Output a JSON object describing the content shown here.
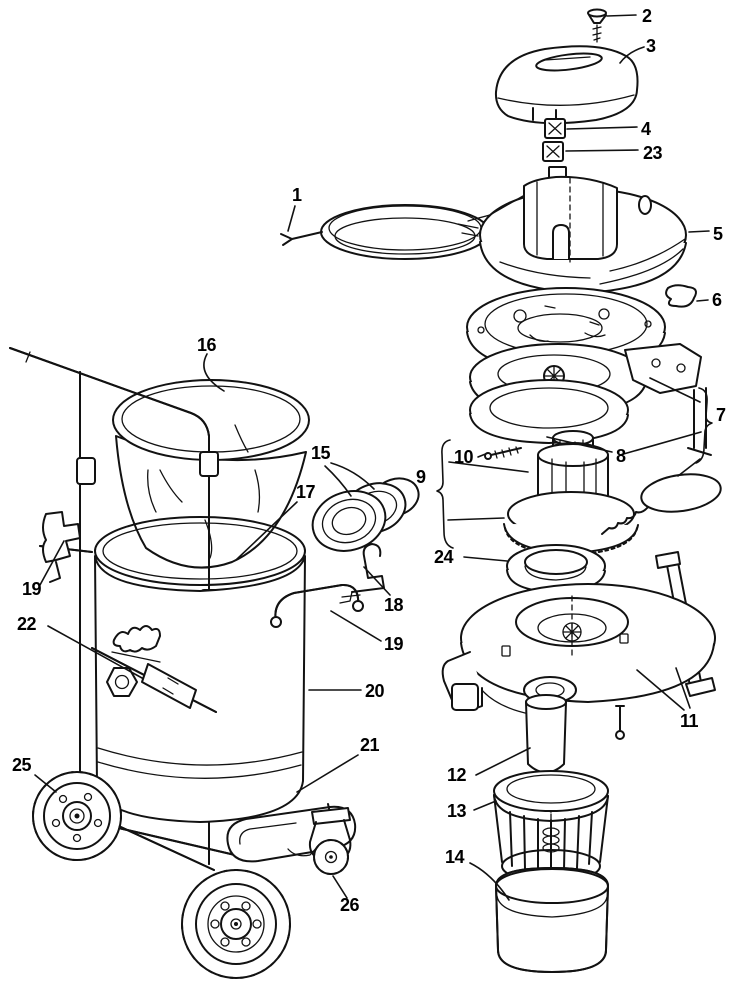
{
  "figure": {
    "kind": "exploded-parts-diagram"
  },
  "callouts": [
    {
      "label": "1",
      "part": "power-cord"
    },
    {
      "label": "2",
      "part": "lid-screw"
    },
    {
      "label": "3",
      "part": "motor-cover-dome"
    },
    {
      "label": "4",
      "part": "switch-button"
    },
    {
      "label": "23",
      "part": "switch-housing"
    },
    {
      "label": "5",
      "part": "motor-cover"
    },
    {
      "label": "6",
      "part": "cover-clip"
    },
    {
      "label": "7",
      "part": "float-bracket-assembly"
    },
    {
      "label": "8",
      "part": "motor-gasket"
    },
    {
      "label": "9",
      "part": "motor-assembly"
    },
    {
      "label": "10",
      "part": "motor-screw"
    },
    {
      "label": "24",
      "part": "foam-seal"
    },
    {
      "label": "11",
      "part": "blower-housing-bracket"
    },
    {
      "label": "12",
      "part": "outlet-tube"
    },
    {
      "label": "13",
      "part": "filter-cage"
    },
    {
      "label": "14",
      "part": "foam-filter"
    },
    {
      "label": "15",
      "part": "hose-coupling"
    },
    {
      "label": "16",
      "part": "filter-bag"
    },
    {
      "label": "17",
      "part": "tank-rim"
    },
    {
      "label": "18",
      "part": "cord-bracket"
    },
    {
      "label": "19",
      "part": "tank-latch"
    },
    {
      "label": "19",
      "part": "tank-handle"
    },
    {
      "label": "20",
      "part": "tank"
    },
    {
      "label": "21",
      "part": "cart-base"
    },
    {
      "label": "22",
      "part": "latch-knob"
    },
    {
      "label": "25",
      "part": "rear-wheel"
    },
    {
      "label": "26",
      "part": "caster-wheel"
    }
  ]
}
